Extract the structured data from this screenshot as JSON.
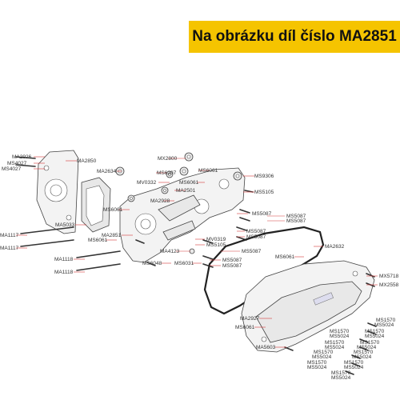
{
  "header": {
    "title": "Na obrázku díl číslo MA2851"
  },
  "labels": {
    "ma2926": "MA2926",
    "ms4027a": "MS4027",
    "ms4027b": "MS4027",
    "ma2850": "MA2850",
    "mx2800": "MX2800",
    "ma2634": "MA2634",
    "ms6207": "MS6207",
    "ms6061_top": "MS6061",
    "mv0332": "MV0332",
    "ms6061_b": "MS6061",
    "ma2501": "MA2501",
    "ms9306": "MS9306",
    "ms5105_top": "MS5105",
    "ma2928": "MA2928",
    "ms6061_c": "MS6061",
    "ma5033": "MA5033",
    "ma1117_a": "MA1117",
    "ma1117_b": "MA1117",
    "ms6061_d": "MS6061",
    "ma2851": "MA2851",
    "ms5087_a": "MS5087",
    "ms5087_b": "MS5087",
    "ms5087_c": "MS5087",
    "ms5087_d": "MS5087",
    "ms5087_e": "MS5087",
    "ma1118_a": "MA1118",
    "ma1118_b": "MA1118",
    "mv0319": "MV0319",
    "ms5105_b": "MS5105",
    "ma4123": "MA4123",
    "ms5087_f": "MS5087",
    "ms5087_g": "MS5087",
    "ms5087_h": "MS5087",
    "ms6048": "MS6048",
    "ms6031": "MS6031",
    "ma2632": "MA2632",
    "ms6061_e": "MS6061",
    "mx5718": "MX5718",
    "mx2558": "MX2558",
    "ma2927": "MA2927",
    "ms6061_f": "MS6061",
    "ma5603": "MA5603",
    "ms1570_1": "MS1570",
    "ms5024_1": "MS5024",
    "ms1570_2": "MS1570",
    "ms5024_2": "MS5024",
    "ms1570_3": "MS1570",
    "ms5024_3": "MS5024",
    "ms1570_4": "MS1570",
    "ms5024_4": "MS5024",
    "ms1570_5": "MS1570",
    "ms5024_5": "MS5024",
    "ms1570_6": "MS1570",
    "ms5024_6": "MS5024",
    "ms1570_7": "MS1570",
    "ms5024_7": "MS5024",
    "ms1570_8": "MS1570",
    "ms5024_8": "MS5024",
    "ms1570_9": "MS1570",
    "ms5024_9": "MS5024",
    "ms1570_10": "MS1570",
    "ms5024_10": "MS5024"
  }
}
